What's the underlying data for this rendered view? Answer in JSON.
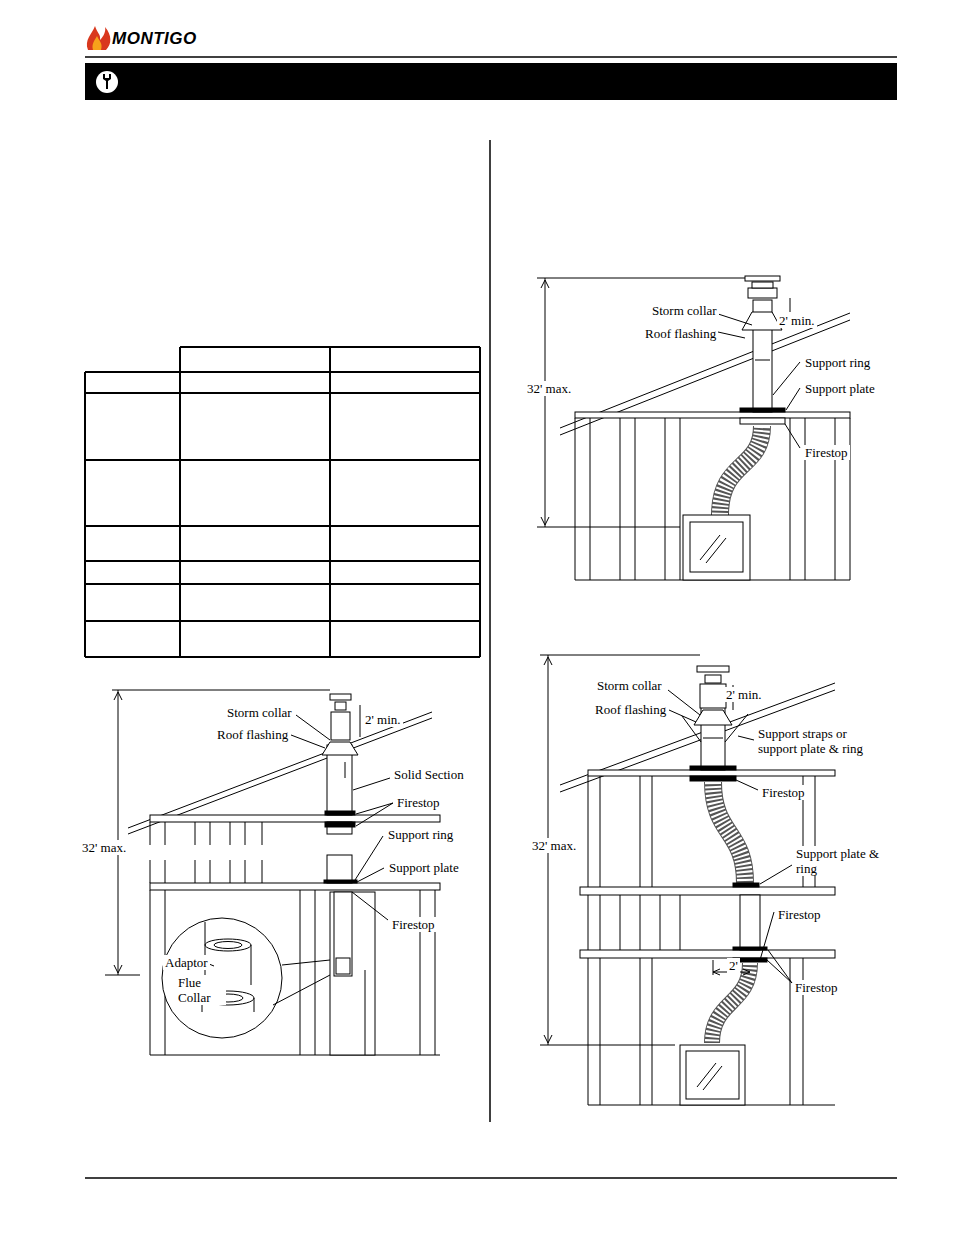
{
  "diagram": {
    "labels": [
      "MONTIGO",
      "Storm collar",
      "Roof flashing",
      "2' min.",
      "Support ring",
      "32' max.",
      "Support plate",
      "Firestop",
      "Storm collar",
      "Roof flashing",
      "2' min.",
      "Solid Section",
      "Firestop",
      "32' max.",
      "Support ring",
      "Support plate",
      "Firestop",
      "Adaptor",
      "Flue Collar",
      "Storm collar",
      "2' min.",
      "Roof flashing",
      "Support straps or support plate & ring",
      "Firestop",
      "32' max.",
      "Support plate & ring",
      "Firestop",
      "2'",
      "Firestop"
    ]
  }
}
